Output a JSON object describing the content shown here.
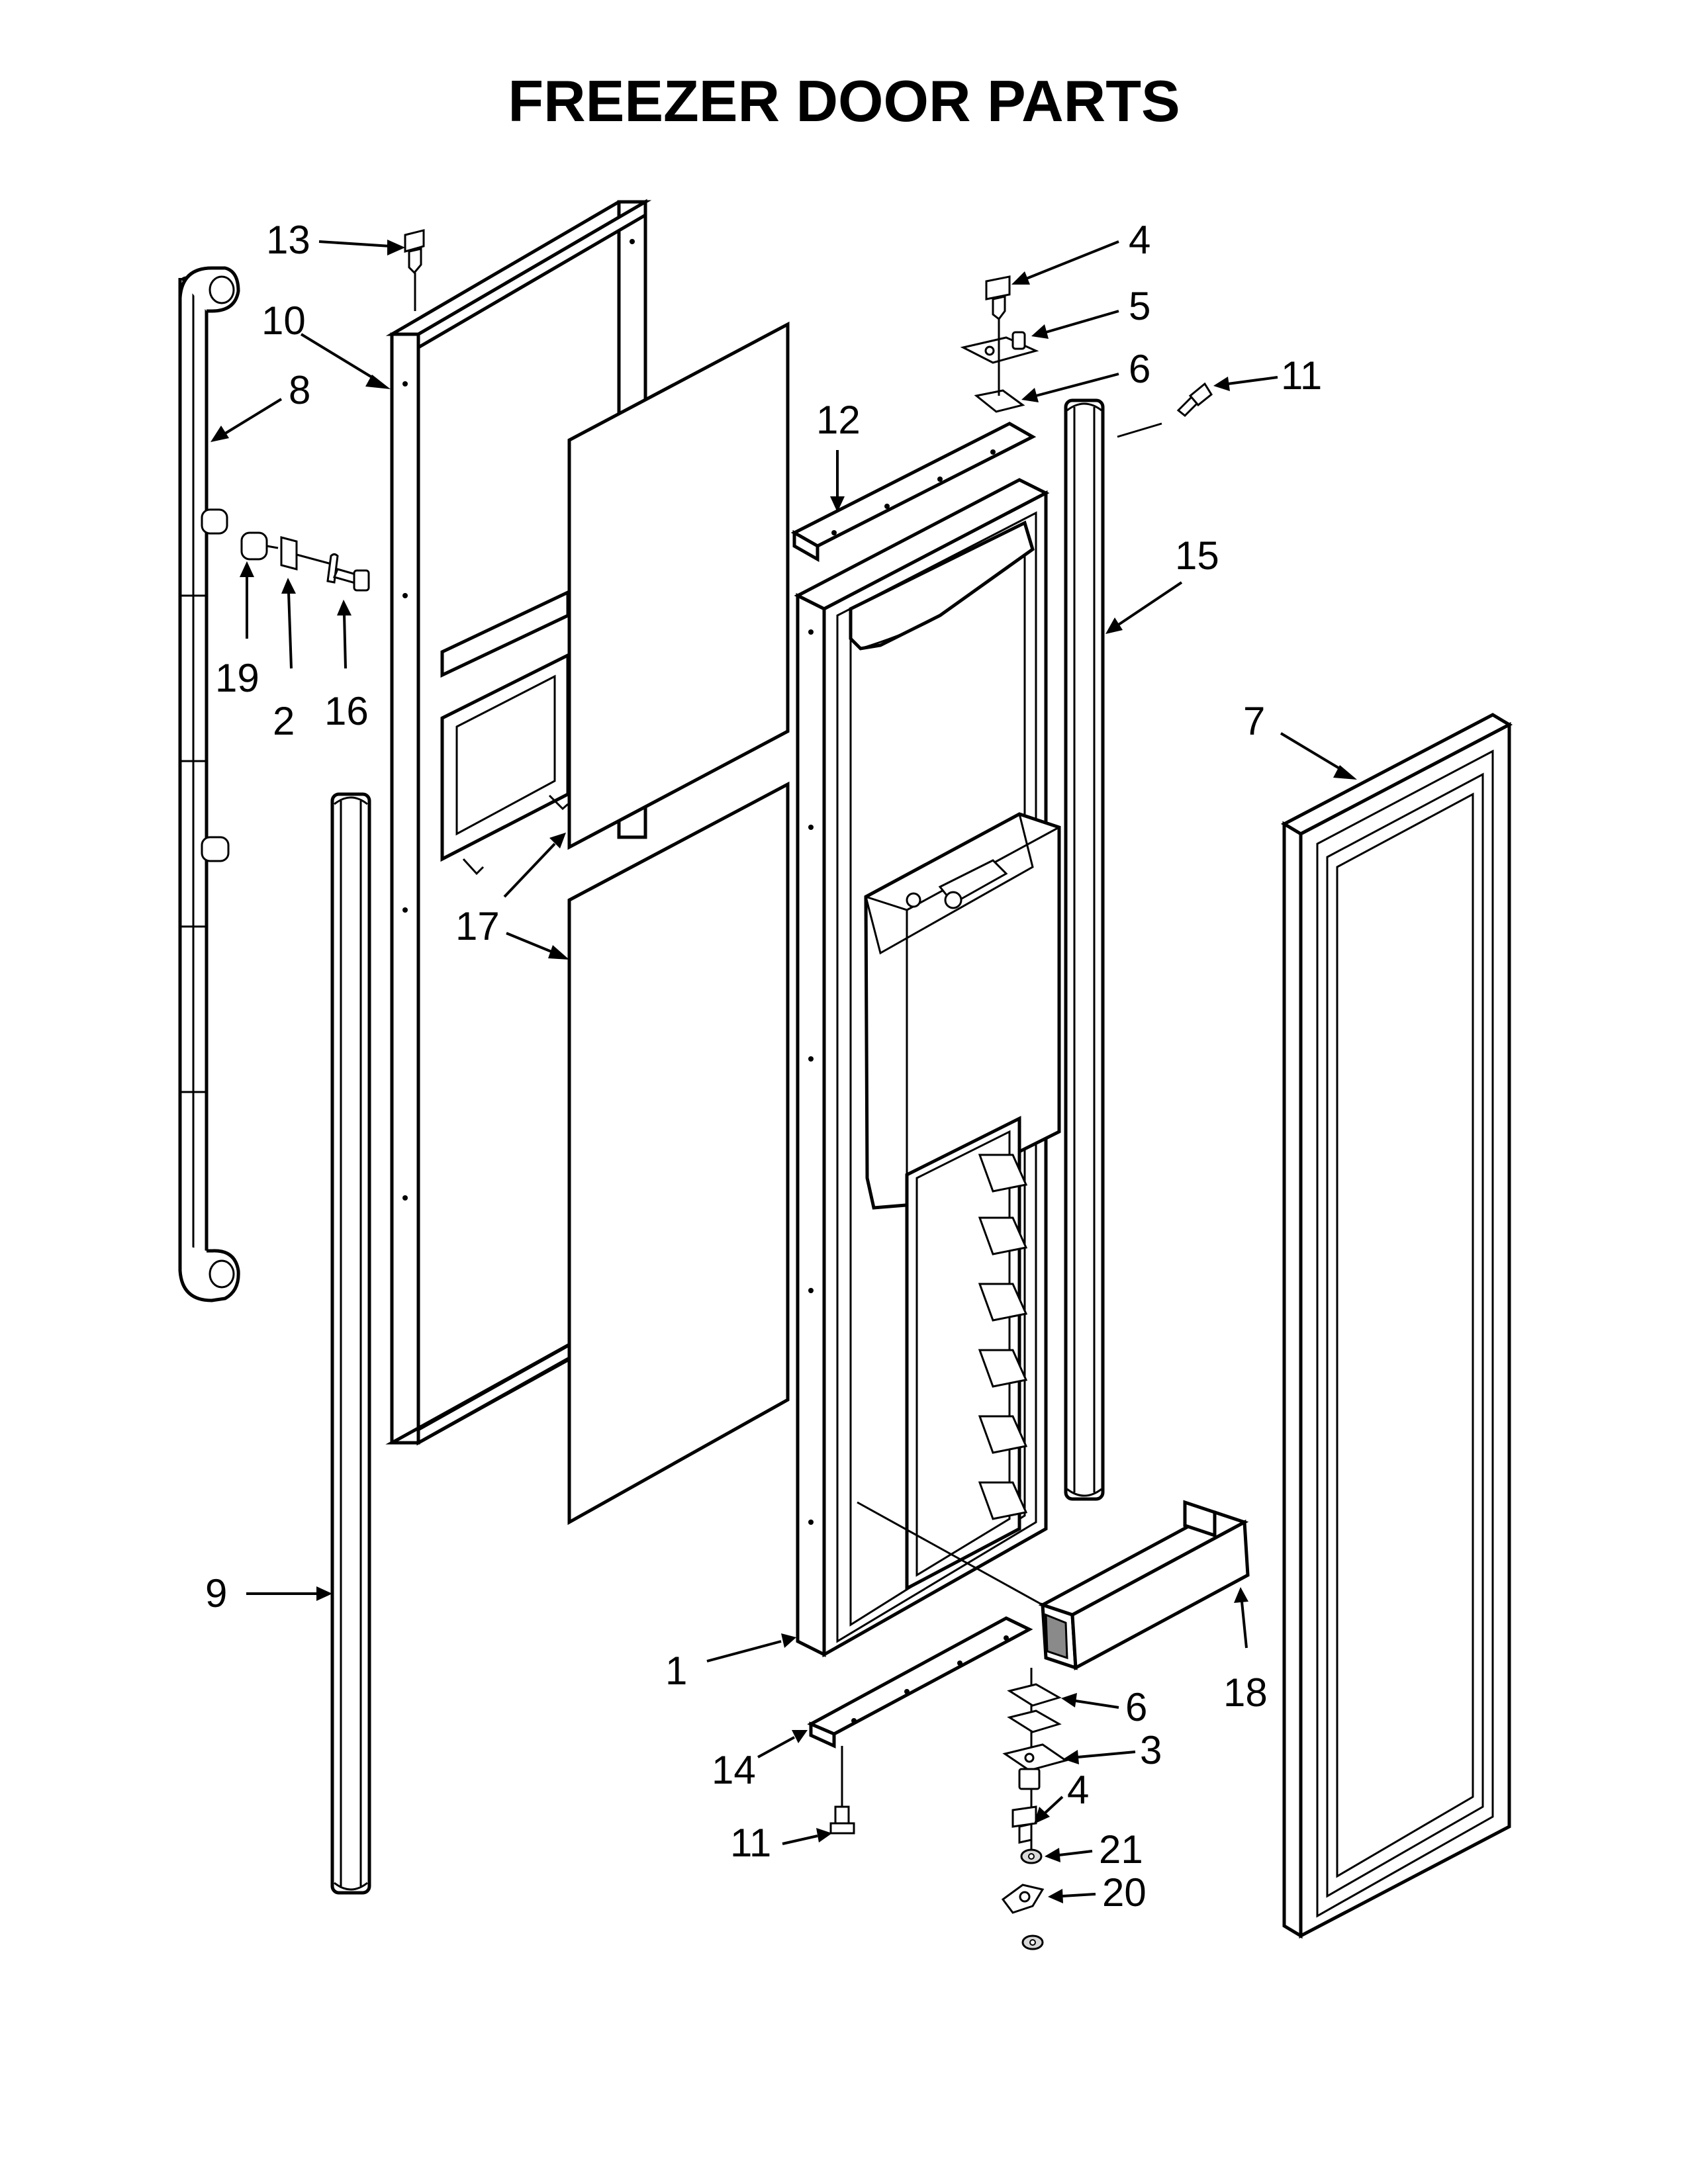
{
  "title": "FREEZER DOOR PARTS",
  "callouts": [
    {
      "id": "c1",
      "text": "1"
    },
    {
      "id": "c2",
      "text": "2"
    },
    {
      "id": "c3",
      "text": "3"
    },
    {
      "id": "c4a",
      "text": "4"
    },
    {
      "id": "c4b",
      "text": "4"
    },
    {
      "id": "c5",
      "text": "5"
    },
    {
      "id": "c6a",
      "text": "6"
    },
    {
      "id": "c6b",
      "text": "6"
    },
    {
      "id": "c7",
      "text": "7"
    },
    {
      "id": "c8",
      "text": "8"
    },
    {
      "id": "c9",
      "text": "9"
    },
    {
      "id": "c10",
      "text": "10"
    },
    {
      "id": "c11a",
      "text": "11"
    },
    {
      "id": "c11b",
      "text": "11"
    },
    {
      "id": "c12",
      "text": "12"
    },
    {
      "id": "c13",
      "text": "13"
    },
    {
      "id": "c14",
      "text": "14"
    },
    {
      "id": "c15",
      "text": "15"
    },
    {
      "id": "c16",
      "text": "16"
    },
    {
      "id": "c17",
      "text": "17"
    },
    {
      "id": "c18",
      "text": "18"
    },
    {
      "id": "c19",
      "text": "19"
    },
    {
      "id": "c20",
      "text": "20"
    },
    {
      "id": "c21",
      "text": "21"
    }
  ]
}
